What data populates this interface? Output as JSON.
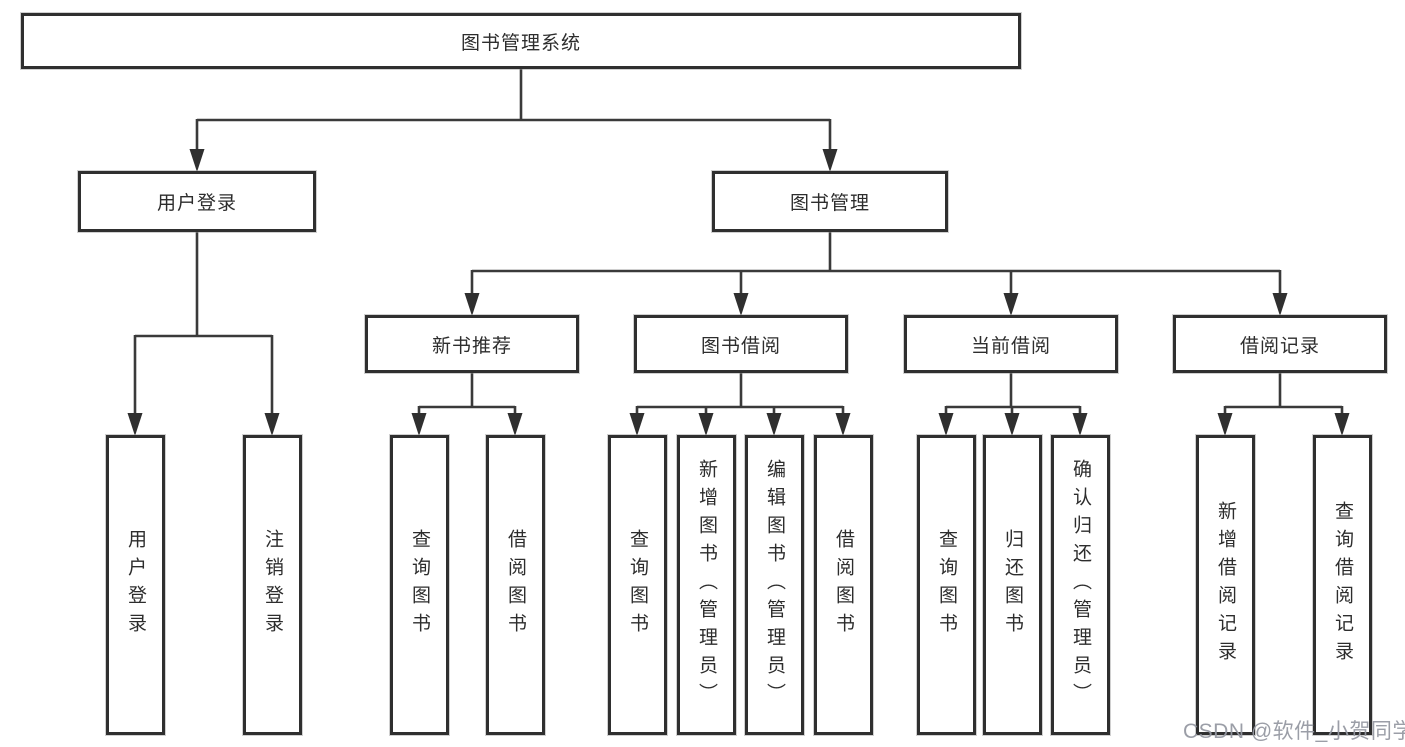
{
  "colors": {
    "line": "#3a3a3a",
    "box_border": "#2f2f2f",
    "box_fill": "#ffffff",
    "text": "#2d2d2d",
    "watermark": "#9699a2"
  },
  "diagram": {
    "root": "图书管理系统",
    "branches": [
      {
        "label": "用户登录",
        "children": [
          "用户登录",
          "注销登录"
        ]
      },
      {
        "label": "图书管理",
        "children": [
          {
            "label": "新书推荐",
            "children": [
              "查询图书",
              "借阅图书"
            ]
          },
          {
            "label": "图书借阅",
            "children": [
              "查询图书",
              "新增图书（管理员）",
              "编辑图书（管理员）",
              "借阅图书"
            ]
          },
          {
            "label": "当前借阅",
            "children": [
              "查询图书",
              "归还图书",
              "确认归还（管理员）"
            ]
          },
          {
            "label": "借阅记录",
            "children": [
              "新增借阅记录",
              "查询借阅记录"
            ]
          }
        ]
      }
    ]
  },
  "watermark": "CSDN @软件_小贺同学"
}
